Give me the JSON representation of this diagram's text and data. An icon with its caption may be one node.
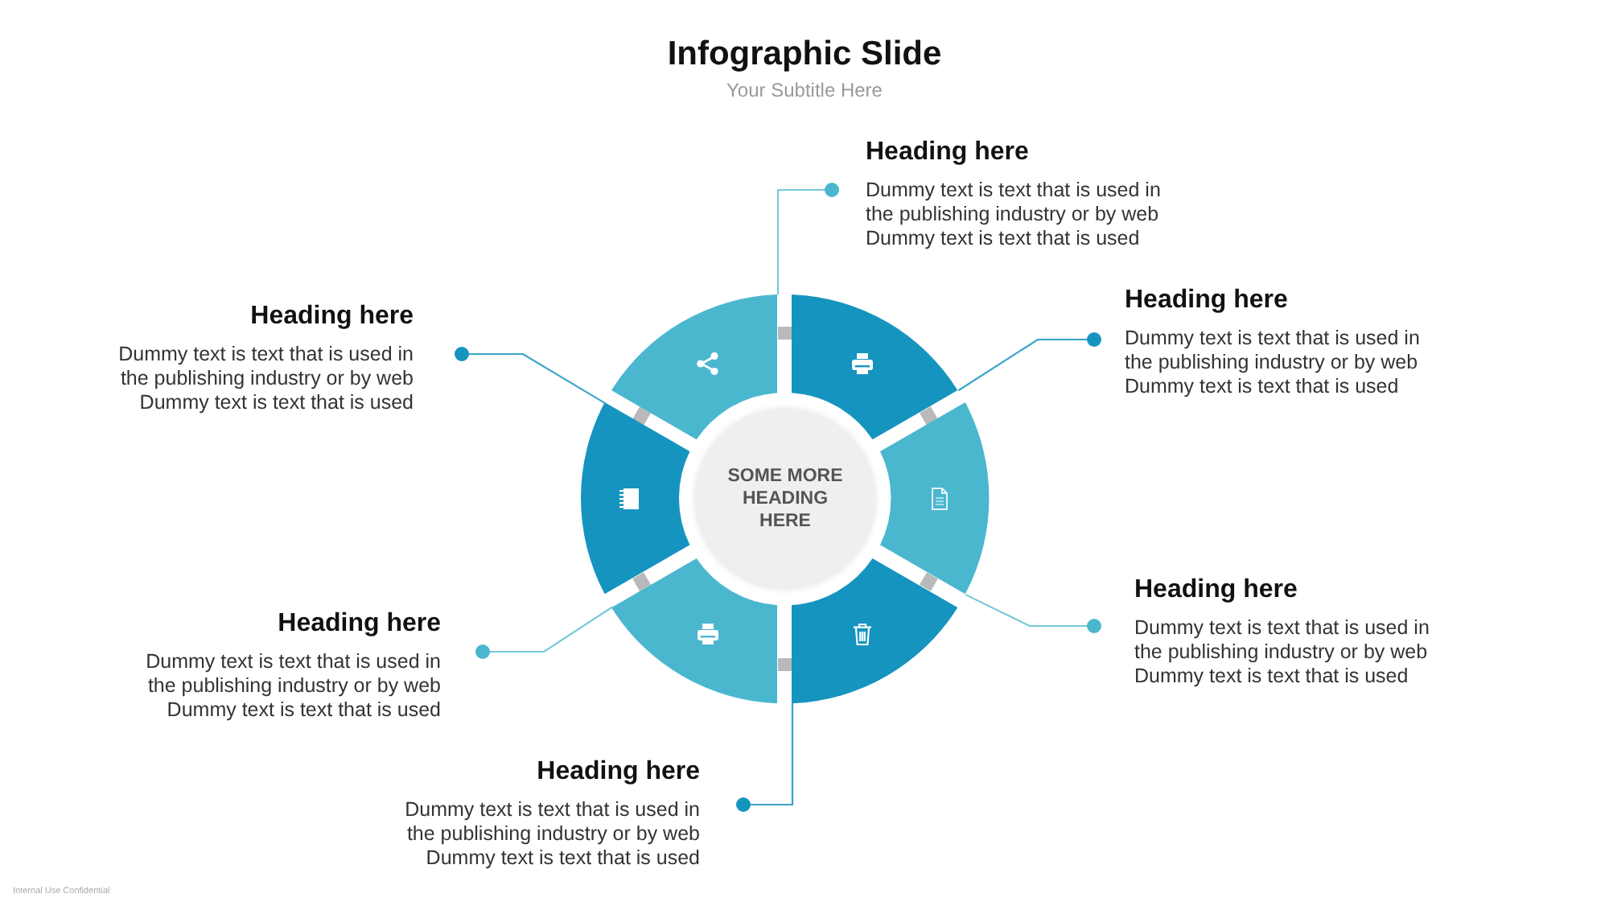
{
  "diagram": {
    "title": "Infographic Slide",
    "nodes": [
      {
        "text": [
          "SOME MORE HEADING HERE"
        ]
      },
      {
        "text": [],
        "shape": "sector"
      },
      {
        "text": [],
        "shape": "sector"
      },
      {
        "text": [],
        "shape": "sector"
      },
      {
        "text": [],
        "shape": "sector"
      },
      {
        "text": [],
        "shape": "sector"
      },
      {
        "text": [],
        "shape": "sector"
      },
      {
        "text": [
          "Heading here",
          "Dummy text is text that is used in the publishing industry or by web Dummy text is text that is used"
        ]
      },
      {
        "text": [
          "Heading here",
          "Dummy text is text that is used in the publishing industry or by web Dummy text is text that is used"
        ]
      },
      {
        "text": [
          "Heading here",
          "Dummy text is text that is used in the publishing industry or by web Dummy text is text that is used"
        ]
      },
      {
        "text": [
          "Heading here",
          "Dummy text is text that is used in the publishing industry or by web Dummy text is text that is used"
        ]
      },
      {
        "text": [
          "Heading here",
          "Dummy text is text that is used in the publishing industry or by web Dummy text is text that is used"
        ]
      },
      {
        "text": [
          "Heading here",
          "Dummy text is text that is used in the publishing industry or by web Dummy text is text that is used"
        ]
      }
    ],
    "edges": [
      {
        "from": 7,
        "to": 1,
        "arrow": "other"
      },
      {
        "from": 8,
        "to": 2,
        "arrow": "other",
        "color": "#1694c0"
      },
      {
        "from": 9,
        "to": 3,
        "arrow": "other",
        "color": "#1694c0"
      },
      {
        "from": 10,
        "to": 4,
        "arrow": "other"
      },
      {
        "from": 11,
        "to": 5,
        "arrow": "other"
      },
      {
        "from": 12,
        "to": 6,
        "arrow": "other",
        "color": "#1694c0"
      }
    ],
    "labels": [
      "Your Subtitle Here",
      "Internal Use Confidential"
    ]
  }
}
